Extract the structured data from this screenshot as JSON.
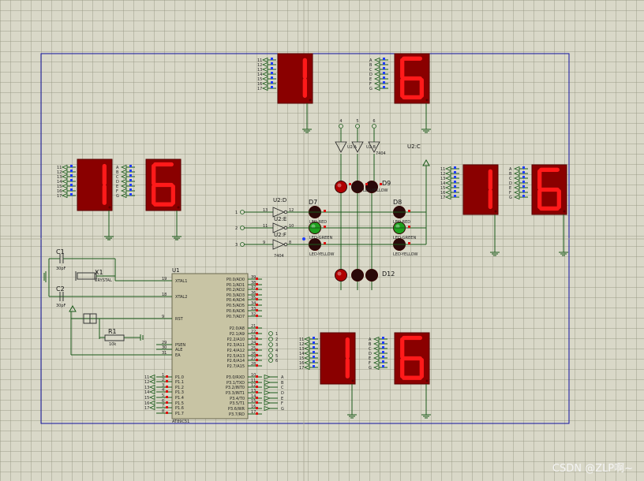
{
  "labels": {
    "u1": "U1",
    "u1_part": "AT89C51",
    "x1": "X1",
    "crystal": "CRYSTAL",
    "c1": "C1",
    "c2": "C2",
    "cap_value": "30pF",
    "r1": "R1",
    "r1_value": "10k",
    "u2c": "U2:C",
    "u2d": "U2:D",
    "u2a": "U2:A",
    "u2b": "U2:B",
    "u2e": "U2:E",
    "u2f": "U2:F",
    "ic7404": "7404",
    "d7": "D7",
    "d8": "D8",
    "d9": "D9",
    "d12": "D12",
    "led_red": "LED-RED",
    "led_green": "LED-GREEN",
    "led_yellow": "LED-YELLOW",
    "watermark": "CSDN @ZLP啊~"
  },
  "display_digits": {
    "tens": "1",
    "units": "6"
  },
  "segment_pins_num": [
    "11",
    "12",
    "13",
    "14",
    "15",
    "16",
    "17"
  ],
  "segment_pins_alpha": [
    "A",
    "B",
    "C",
    "D",
    "E",
    "F",
    "G"
  ],
  "mcu_left_pins": [
    {
      "num": "19",
      "name": "XTAL1"
    },
    {
      "num": "18",
      "name": "XTAL2"
    },
    {
      "num": "9",
      "name": "RST"
    },
    {
      "num": "29",
      "name": "PSEN"
    },
    {
      "num": "30",
      "name": "ALE"
    },
    {
      "num": "31",
      "name": "EA"
    },
    {
      "num": "1",
      "name": "P1.0"
    },
    {
      "num": "2",
      "name": "P1.1"
    },
    {
      "num": "3",
      "name": "P1.2"
    },
    {
      "num": "4",
      "name": "P1.3"
    },
    {
      "num": "5",
      "name": "P1.4"
    },
    {
      "num": "6",
      "name": "P1.5"
    },
    {
      "num": "7",
      "name": "P1.6"
    },
    {
      "num": "8",
      "name": "P1.7"
    }
  ],
  "mcu_right_pins": [
    {
      "num": "39",
      "name": "P0.0/AD0"
    },
    {
      "num": "38",
      "name": "P0.1/AD1"
    },
    {
      "num": "37",
      "name": "P0.2/AD2"
    },
    {
      "num": "36",
      "name": "P0.3/AD3"
    },
    {
      "num": "35",
      "name": "P0.4/AD4"
    },
    {
      "num": "34",
      "name": "P0.5/AD5"
    },
    {
      "num": "33",
      "name": "P0.6/AD6"
    },
    {
      "num": "32",
      "name": "P0.7/AD7"
    },
    {
      "num": "21",
      "name": "P2.0/A8"
    },
    {
      "num": "22",
      "name": "P2.1/A9"
    },
    {
      "num": "23",
      "name": "P2.2/A10"
    },
    {
      "num": "24",
      "name": "P2.3/A11"
    },
    {
      "num": "25",
      "name": "P2.4/A12"
    },
    {
      "num": "26",
      "name": "P2.5/A13"
    },
    {
      "num": "27",
      "name": "P2.6/A14"
    },
    {
      "num": "28",
      "name": "P2.7/A15"
    },
    {
      "num": "10",
      "name": "P3.0/RXD"
    },
    {
      "num": "11",
      "name": "P3.1/TXD"
    },
    {
      "num": "12",
      "name": "P3.2/INT0"
    },
    {
      "num": "13",
      "name": "P3.3/INT1"
    },
    {
      "num": "14",
      "name": "P3.4/T0"
    },
    {
      "num": "15",
      "name": "P3.5/T1"
    },
    {
      "num": "16",
      "name": "P3.6/WR"
    },
    {
      "num": "17",
      "name": "P3.7/RD"
    }
  ],
  "p1_terminals": [
    "11",
    "12",
    "13",
    "14",
    "15",
    "16",
    "17"
  ],
  "p2_terminals": [
    "1",
    "2",
    "3",
    "4",
    "5",
    "6"
  ],
  "p3_terminals": [
    "A",
    "B",
    "C",
    "D",
    "E",
    "F",
    "G"
  ],
  "inverter_terminals": [
    "1",
    "2",
    "3"
  ],
  "top_terminals": [
    "4",
    "5",
    "6"
  ],
  "inverter_pin_nums": [
    "13",
    "12",
    "11",
    "10",
    "9",
    "8"
  ],
  "colors": {
    "border": "#1010a0",
    "wire": "#1a5a1a",
    "segment_on": "#ff1a1a",
    "display_bg": "#8a0000",
    "chip": "#c8c4a4",
    "led_red": "#b00000",
    "led_green": "#1fa01f",
    "led_off": "#2a0a0a"
  }
}
